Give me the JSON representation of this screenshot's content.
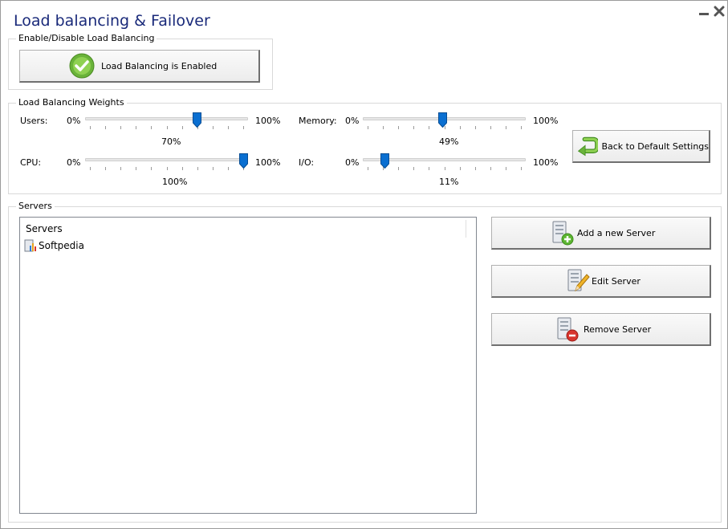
{
  "window": {
    "title": "Load balancing & Failover",
    "minimize_icon": "minimize-icon",
    "close_icon": "close-icon"
  },
  "enable_group": {
    "label": "Enable/Disable Load Balancing",
    "toggle_button_label": "Load Balancing is Enabled",
    "toggle_icon": "check-circle-icon",
    "accent_color": "#7cc242"
  },
  "weights_group": {
    "label": "Load Balancing Weights",
    "sliders": {
      "users": {
        "label": "Users:",
        "min_label": "0%",
        "max_label": "100%",
        "value_label": "70%",
        "value": 70
      },
      "cpu": {
        "label": "CPU:",
        "min_label": "0%",
        "max_label": "100%",
        "value_label": "100%",
        "value": 100
      },
      "memory": {
        "label": "Memory:",
        "min_label": "0%",
        "max_label": "100%",
        "value_label": "49%",
        "value": 49
      },
      "io": {
        "label": "I/O:",
        "min_label": "0%",
        "max_label": "100%",
        "value_label": "11%",
        "value": 11
      }
    },
    "thumb_color": "#0a6fd1",
    "default_button_label": "Back to Default Settings",
    "default_icon": "back-arrow-icon"
  },
  "servers_group": {
    "label": "Servers",
    "list_header": "Servers",
    "items": [
      {
        "label": "Softpedia",
        "icon": "server-chart-icon"
      }
    ],
    "buttons": {
      "add": {
        "label": "Add a new Server",
        "icon": "server-add-icon"
      },
      "edit": {
        "label": "Edit Server",
        "icon": "server-edit-icon"
      },
      "remove": {
        "label": "Remove Server",
        "icon": "server-remove-icon"
      }
    }
  }
}
